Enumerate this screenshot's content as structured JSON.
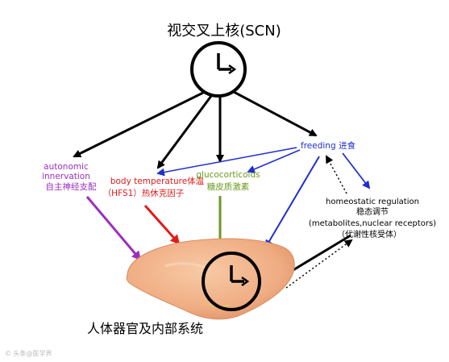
{
  "title": "视交叉上核(SCN)",
  "labels": {
    "autonomic_1": "autonomic",
    "autonomic_2": "innervation",
    "autonomic_3": "自主神经支配",
    "body_temp_1": "body temperature体温",
    "body_temp_2": "（HFS1）热休克因子",
    "gluco_1": "glucocorticoids",
    "gluco_2": "糖皮质激素",
    "feeding": "freeding 进食",
    "homeo_1": "homeostatic regulation",
    "homeo_2": "稳态调节",
    "homeo_3": "(metabolites,nuclear receptors)",
    "homeo_4": "（代谢性核受体）"
  },
  "bottom_label": "人体器官及内部系统",
  "watermark": "© 头条@医学界",
  "colors": {
    "autonomic": "#9b2fbf",
    "body_temp": "#e01b1b",
    "gluco": "#6a9a1f",
    "feeding": "#1f2fcf",
    "black": "#000000",
    "liver": "#f2b48c"
  }
}
